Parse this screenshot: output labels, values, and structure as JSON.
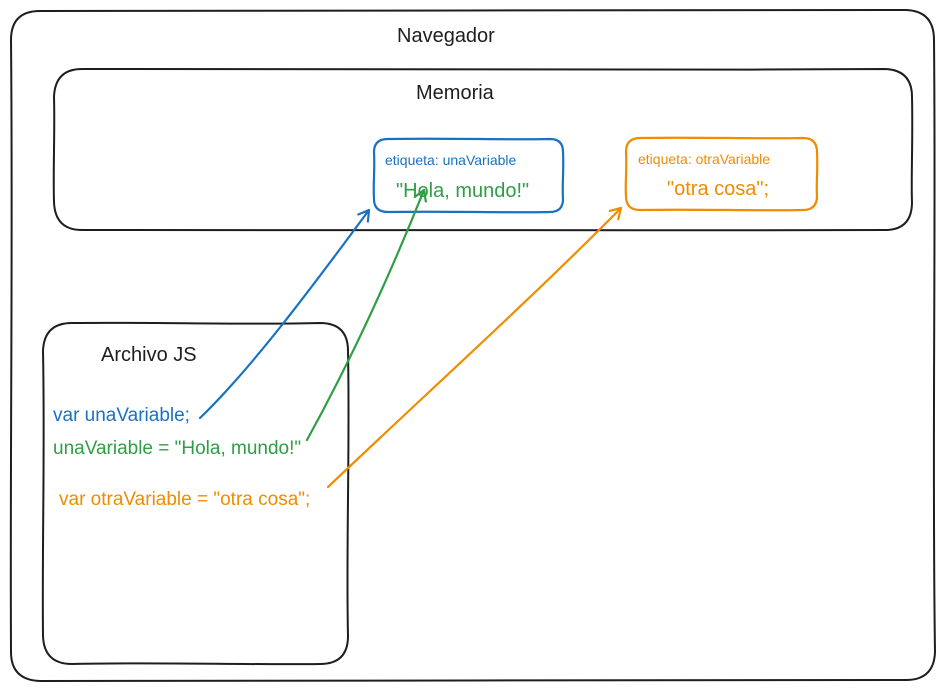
{
  "browser": {
    "title": "Navegador"
  },
  "memory": {
    "title": "Memoria",
    "cells": [
      {
        "tag": "etiqueta: unaVariable",
        "value": "\"Hola, mundo!\""
      },
      {
        "tag": "etiqueta: otraVariable",
        "value": "\"otra cosa\";"
      }
    ]
  },
  "js_file": {
    "title": "Archivo JS",
    "lines": [
      "var unaVariable;",
      "unaVariable = \"Hola, mundo!\"",
      "var otraVariable = \"otra cosa\";"
    ]
  },
  "colors": {
    "blue": "#1971c2",
    "green": "#2f9e44",
    "orange": "#f08c00",
    "stroke": "#1e1e1e"
  }
}
